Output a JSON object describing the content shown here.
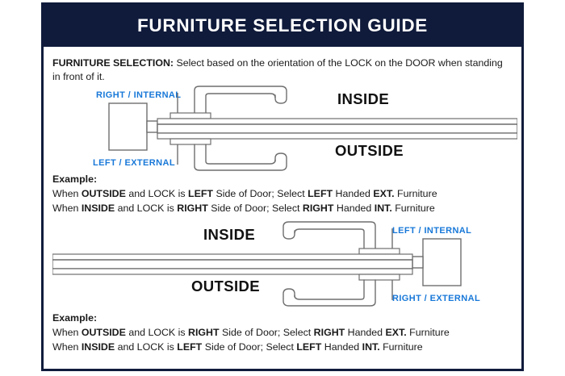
{
  "header": {
    "title": "FURNITURE SELECTION GUIDE",
    "background_color": "#101b3b",
    "text_color": "#ffffff"
  },
  "colors": {
    "navy": "#101b3b",
    "accent_blue": "#1878d8",
    "line_gray": "#6e6e6e",
    "body_text": "#1a1a1a",
    "page_background": "#ffffff"
  },
  "intro": {
    "label": "FURNITURE SELECTION:",
    "text": " Select based on the orientation of the LOCK on the DOOR when standing in front of it."
  },
  "diagram_one": {
    "name": "lock-left-door-diagram",
    "lock_position": "left",
    "label_top": "RIGHT / INTERNAL",
    "label_bottom": "LEFT / EXTERNAL",
    "side_top": "INSIDE",
    "side_bottom": "OUTSIDE"
  },
  "example_one": {
    "title": "Example:",
    "line1_pre": "When ",
    "line1_a": "OUTSIDE",
    "line1_mid": " and LOCK is ",
    "line1_b": "LEFT",
    "line1_mid2": " Side of Door;   Select ",
    "line1_c": "LEFT",
    "line1_mid3": " Handed ",
    "line1_d": "EXT.",
    "line1_end": " Furniture",
    "line2_pre": "When ",
    "line2_a": "INSIDE",
    "line2_mid": " and LOCK is ",
    "line2_b": "RIGHT",
    "line2_mid2": " Side of Door;  Select ",
    "line2_c": "RIGHT",
    "line2_mid3": " Handed ",
    "line2_d": "INT.",
    "line2_end": " Furniture"
  },
  "diagram_two": {
    "name": "lock-right-door-diagram",
    "lock_position": "right",
    "label_top": "LEFT / INTERNAL",
    "label_bottom": "RIGHT / EXTERNAL",
    "side_top": "INSIDE",
    "side_bottom": "OUTSIDE"
  },
  "example_two": {
    "title": "Example:",
    "line1_pre": "When ",
    "line1_a": "OUTSIDE",
    "line1_mid": " and LOCK is ",
    "line1_b": "RIGHT",
    "line1_mid2": " Side of Door;   Select ",
    "line1_c": "RIGHT",
    "line1_mid3": " Handed ",
    "line1_d": "EXT.",
    "line1_end": " Furniture",
    "line2_pre": "When ",
    "line2_a": "INSIDE",
    "line2_mid": " and LOCK is ",
    "line2_b": "LEFT",
    "line2_mid2": " Side of Door;  Select ",
    "line2_c": "LEFT",
    "line2_mid3": " Handed ",
    "line2_d": "INT.",
    "line2_end": " Furniture"
  }
}
